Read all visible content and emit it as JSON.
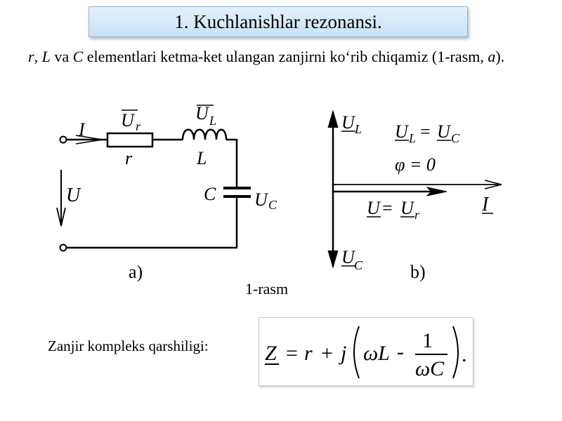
{
  "title": "1. Kuchlanishlar rezonansi.",
  "intro": {
    "var_r": "r",
    "sep1": ", ",
    "var_L": "L",
    "mid": " va ",
    "var_C": "C",
    "rest": " elementlari ketma-ket ulangan zanjirni ko‘rib chiqamiz (1-rasm, ",
    "var_a": "a",
    "end": ")."
  },
  "circuit": {
    "current": "I",
    "ur_main": "U",
    "ur_sub": "r",
    "resistor": "r",
    "ul_main": "U",
    "ul_sub": "L",
    "inductor": "L",
    "capacitor": "C",
    "uc_main": "U",
    "uc_sub": "C",
    "source": "U",
    "part_label": "a)"
  },
  "phasor": {
    "ul_main": "U",
    "ul_sub": "L",
    "uc_main": "U",
    "uc_sub": "C",
    "eq1_a": "U",
    "eq1_a_sub": "L",
    "eq1_eq": "=",
    "eq1_b": "U",
    "eq1_b_sub": "C",
    "eq2": "φ = 0",
    "eq3_a": "U",
    "eq3_eq": "=",
    "eq3_b": "U",
    "eq3_b_sub": "r",
    "current": "I",
    "part_label": "b)"
  },
  "figure_caption": "1-rasm",
  "impedance": {
    "label": "Zanjir kompleks qarshiligi:",
    "Z": "Z",
    "eq": "=",
    "r": "r",
    "plus": "+",
    "j": "j",
    "omegaL": "ωL",
    "minus": "-",
    "num": "1",
    "den": "ωC",
    "dot": "."
  }
}
